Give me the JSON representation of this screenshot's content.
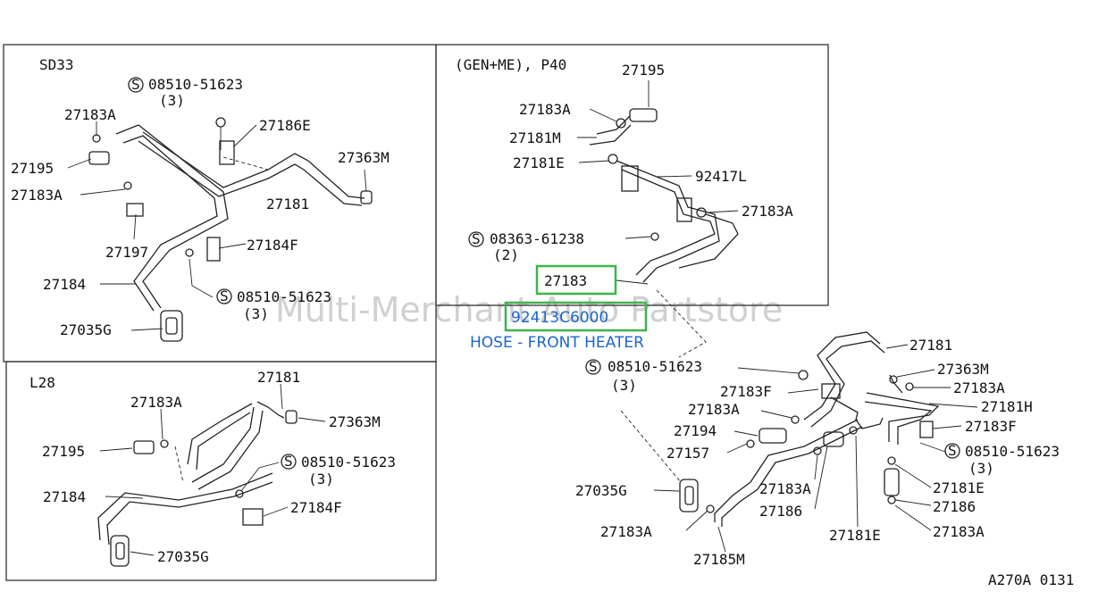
{
  "sections": {
    "sd33": "SD33",
    "l28": "L28",
    "gen": "(GEN+ME), P40"
  },
  "labels": {
    "sd33_08510": "08510-51623",
    "sd33_qty3": "(3)",
    "sd33_27183A_top": "27183A",
    "sd33_27186E": "27186E",
    "sd33_27195": "27195",
    "sd33_27363M": "27363M",
    "sd33_27183A_mid": "27183A",
    "sd33_27181": "27181",
    "sd33_27197": "27197",
    "sd33_27184F": "27184F",
    "sd33_27184": "27184",
    "sd33_08510_b": "08510-51623",
    "sd33_qty3_b": "(3)",
    "sd33_27035G": "27035G",
    "l28_27181": "27181",
    "l28_27183A": "27183A",
    "l28_27363M": "27363M",
    "l28_27195": "27195",
    "l28_08510": "08510-51623",
    "l28_qty3": "(3)",
    "l28_27184": "27184",
    "l28_27184F": "27184F",
    "l28_27035G": "27035G",
    "gen_27195": "27195",
    "gen_27183A_a": "27183A",
    "gen_27181M": "27181M",
    "gen_27181E": "27181E",
    "gen_92417L": "92417L",
    "gen_27183A_b": "27183A",
    "gen_08363": "08363-61238",
    "gen_qty2": "(2)",
    "gen_27183": "27183",
    "r_27181": "27181",
    "r_27363M": "27363M",
    "r_08510": "08510-51623",
    "r_qty3": "(3)",
    "r_27183A_a": "27183A",
    "r_27183F_a": "27183F",
    "r_27181H": "27181H",
    "r_27183A_b": "27183A",
    "r_27183F_b": "27183F",
    "r_27194": "27194",
    "r_08510_b": "08510-51623",
    "r_qty3_b": "(3)",
    "r_27157": "27157",
    "r_27183A_c": "27183A",
    "r_27181E_a": "27181E",
    "r_27035G": "27035G",
    "r_27186_a": "27186",
    "r_27186_b": "27186",
    "r_27183A_d": "27183A",
    "r_27183A_e": "27183A",
    "r_27181E_b": "27181E",
    "r_27185M": "27185M"
  },
  "s_marker": "S",
  "highlight": {
    "part_number": "92413C6000",
    "description": "HOSE - FRONT HEATER",
    "color": "#3cb44b"
  },
  "watermark": "Multi-Merchant Auto Partstore",
  "diagram_code": "A270A 0131"
}
